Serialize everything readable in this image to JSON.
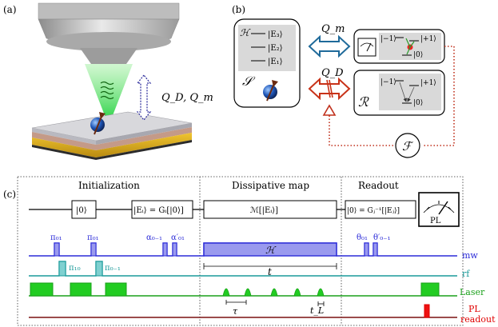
{
  "panels": {
    "a": "(a)",
    "b": "(b)",
    "c": "(c)"
  },
  "panel_a": {
    "coupling_label": "Q_D, Q_m"
  },
  "panel_b": {
    "system": {
      "hilbert": "ℋ",
      "levels": [
        "|E₃⟩",
        "|E₂⟩",
        "|E₁⟩"
      ],
      "symbol": "𝒮"
    },
    "meter_label": "Q_m",
    "dissip_label": "Q_D",
    "top_box": {
      "left_level": "|−1⟩",
      "right_level": "|+1⟩",
      "bottom_level": "|0⟩"
    },
    "bottom_box": {
      "left_level": "|−1⟩",
      "right_level": "|+1⟩",
      "bottom_level": "|0⟩",
      "symbol": "ℛ"
    },
    "feedback": "ℱ"
  },
  "panel_c": {
    "sections": [
      "Initialization",
      "Dissipative map",
      "Readout"
    ],
    "ops": [
      "|0⟩",
      "|Eᵢ⟩ = Gᵢ[|0⟩]",
      "ℳ[|Eᵢ⟩]",
      "|0⟩ = Gⱼ⁻¹[|Eⱼ⟩]"
    ],
    "meter_text": "PL",
    "mw_pulses": [
      "π₀₁",
      "π₀₁",
      "α₀₋₁",
      "α′₀₁",
      "θ₀₁",
      "θ′₀₋₁"
    ],
    "rf_pulses": [
      "π₁₀",
      "π₀₋₁"
    ],
    "dissipative_block": "ℋ",
    "t_label": "t",
    "tau_label": "τ",
    "tL_label": "t_L",
    "channels": [
      "mw",
      "rf",
      "Laser",
      "PL",
      "readout"
    ],
    "colors": {
      "mw": "#2b2bd8",
      "rf": "#1a9a9a",
      "laser": "#1aa01a",
      "pl": "#e00000",
      "readout_line": "#7a1010",
      "mw_fill": "#9a9aee",
      "rf_fill": "#7fd0d0",
      "laser_fill": "#22cc22",
      "pl_fill": "#ee1111",
      "blue_arrow": "#1f6a9a",
      "red_arrow": "#c83218",
      "feedback_dots": "#c0301c"
    }
  }
}
